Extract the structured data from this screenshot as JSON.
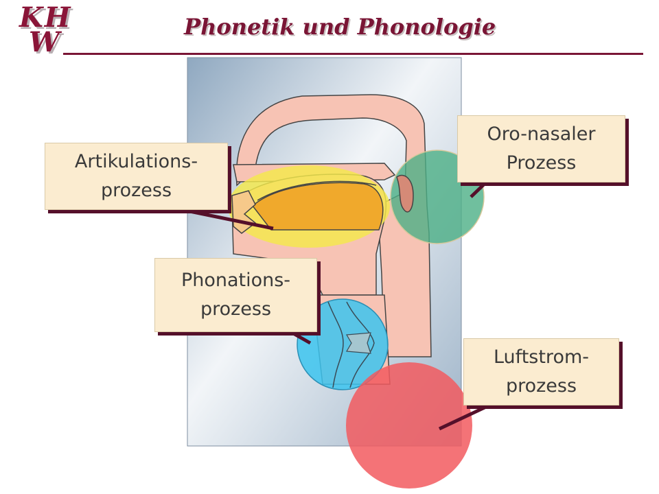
{
  "header": {
    "logo_line1": "KH",
    "logo_line2": "W",
    "title": "Phonetik und Phonologie"
  },
  "colors": {
    "accent": "#7a1535",
    "callout_fill": "#fbecd0",
    "callout_shadow": "#55102a",
    "articulation": "#f4e94a",
    "oro_nasal": "#4caf86",
    "phonation": "#3cc4ef",
    "airstream": "#f25a5f",
    "tissue": "#f7c3b4",
    "background_panel": "#b6c9d9"
  },
  "callouts": {
    "articulation": {
      "line1": "Artikulations-",
      "line2": "prozess"
    },
    "oro_nasal": {
      "line1": "Oro-nasaler",
      "line2": "Prozess"
    },
    "phonation": {
      "line1": "Phonations-",
      "line2": "prozess"
    },
    "airstream": {
      "line1": "Luftstrom-",
      "line2": "prozess"
    }
  }
}
